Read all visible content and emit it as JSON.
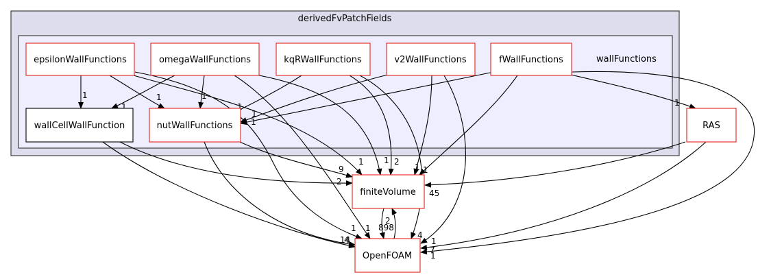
{
  "clusters": {
    "outer": "derivedFvPatchFields",
    "inner": "wallFunctions"
  },
  "nodes": {
    "epsilon": "epsilonWallFunctions",
    "omega": "omegaWallFunctions",
    "kqr": "kqRWallFunctions",
    "v2": "v2WallFunctions",
    "f": "fWallFunctions",
    "wallcell": "wallCellWallFunction",
    "nut": "nutWallFunctions",
    "ras": "RAS",
    "finitevolume": "finiteVolume",
    "openfoam": "OpenFOAM"
  },
  "edge_counts": {
    "epsilon_wallcell": "1",
    "epsilon_nut": "1",
    "epsilon_finitevolume": "1",
    "epsilon_openfoam": "1",
    "omega_wallcell": "1",
    "omega_nut": "1",
    "omega_finitevolume": "1",
    "omega_openfoam": "1",
    "kqr_nut": "1",
    "kqr_finitevolume": "2",
    "kqr_openfoam": "4",
    "v2_nut": "1",
    "v2_finitevolume": "1",
    "v2_openfoam": "1",
    "f_nut": "1",
    "f_finitevolume": "1",
    "f_ras": "1",
    "f_openfoam": "1",
    "wallcell_finitevolume": "2",
    "wallcell_openfoam": "14",
    "nut_finitevolume": "9",
    "nut_openfoam": "4",
    "ras_finitevolume": "45",
    "ras_openfoam": "7",
    "finitevolume_openfoam": "898",
    "openfoam_finitevolume": "2"
  }
}
